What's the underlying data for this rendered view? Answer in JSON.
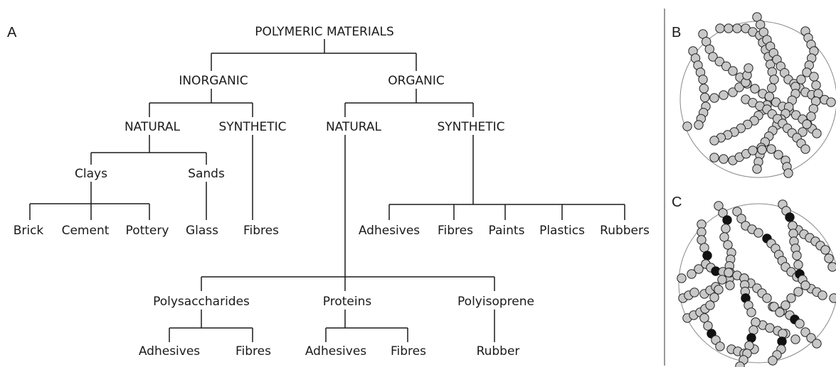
{
  "panels": {
    "a": "A",
    "b": "B",
    "c": "C"
  },
  "tree": {
    "root": "POLYMERIC MATERIALS",
    "inorganic": "INORGANIC",
    "organic": "ORGANIC",
    "inorganic_natural": "NATURAL",
    "inorganic_synthetic": "SYNTHETIC",
    "organic_natural": "NATURAL",
    "organic_synthetic": "SYNTHETIC",
    "clays": "Clays",
    "sands": "Sands",
    "brick": "Brick",
    "cement": "Cement",
    "pottery": "Pottery",
    "glass": "Glass",
    "inorganic_fibres": "Fibres",
    "syn_adhesives": "Adhesives",
    "syn_fibres": "Fibres",
    "syn_paints": "Paints",
    "syn_plastics": "Plastics",
    "syn_rubbers": "Rubbers",
    "polysaccharides": "Polysaccharides",
    "proteins": "Proteins",
    "polyisoprene": "Polyisoprene",
    "ps_adhesives": "Adhesives",
    "ps_fibres": "Fibres",
    "pr_adhesives": "Adhesives",
    "pr_fibres": "Fibres",
    "rubber": "Rubber"
  }
}
